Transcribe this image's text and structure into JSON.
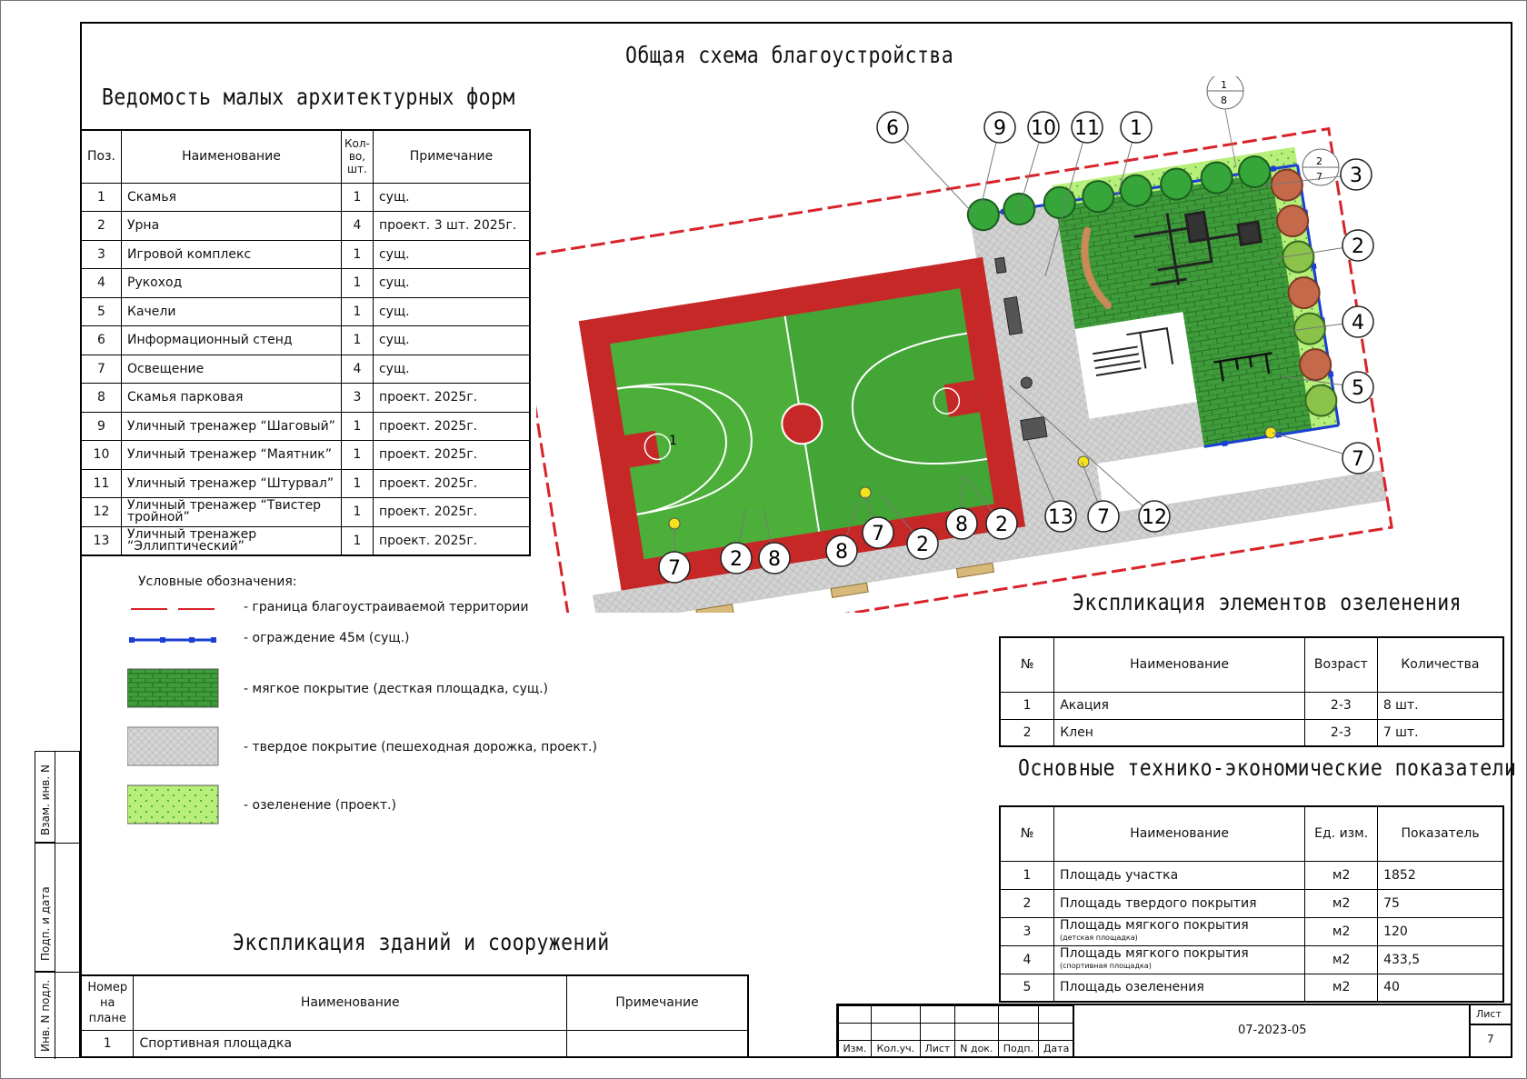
{
  "titles": {
    "main": "Общая схема благоустройства",
    "maf": "Ведомость малых архитектурных форм",
    "greening": "Экспликация элементов озеленения",
    "indicators": "Основные технико-экономические показатели",
    "buildings": "Экспликация зданий и сооружений"
  },
  "maf_table": {
    "headers": [
      "Поз.",
      "Наименование",
      "Кол-во, шт.",
      "Примечание"
    ],
    "rows": [
      [
        "1",
        "Скамья",
        "1",
        "сущ."
      ],
      [
        "2",
        "Урна",
        "4",
        "проект. 3 шт. 2025г."
      ],
      [
        "3",
        "Игровой комплекс",
        "1",
        "сущ."
      ],
      [
        "4",
        "Рукоход",
        "1",
        "сущ."
      ],
      [
        "5",
        "Качели",
        "1",
        "сущ."
      ],
      [
        "6",
        "Информационный стенд",
        "1",
        "сущ."
      ],
      [
        "7",
        "Освещение",
        "4",
        "сущ."
      ],
      [
        "8",
        "Скамья парковая",
        "3",
        "проект. 2025г."
      ],
      [
        "9",
        "Уличный тренажер “Шаговый”",
        "1",
        "проект. 2025г."
      ],
      [
        "10",
        "Уличный тренажер “Маятник”",
        "1",
        "проект. 2025г."
      ],
      [
        "11",
        "Уличный тренажер “Штурвал”",
        "1",
        "проект. 2025г."
      ],
      [
        "12",
        "Уличный тренажер “Твистер тройной”",
        "1",
        "проект. 2025г."
      ],
      [
        "13",
        "Уличный тренажер “Эллиптический”",
        "1",
        "проект. 2025г."
      ]
    ]
  },
  "legend": {
    "title": "Условные обозначения:",
    "items": [
      "- граница благоустраиваемой территории",
      "- ограждение 45м (сущ.)",
      "- мягкое покрытие (десткая площадка, сущ.)",
      "- твердое покрытие (пешеходная дорожка, проект.)",
      "- озеленение (проект.)"
    ]
  },
  "greening_table": {
    "headers": [
      "№",
      "Наименование",
      "Возраст",
      "Количества"
    ],
    "rows": [
      [
        "1",
        "Акация",
        "2-3",
        "8 шт."
      ],
      [
        "2",
        "Клен",
        "2-3",
        "7 шт."
      ]
    ]
  },
  "indicators_table": {
    "headers": [
      "№",
      "Наименование",
      "Ед. изм.",
      "Показатель"
    ],
    "rows": [
      {
        "n": "1",
        "name": "Площадь участка",
        "sub": "",
        "unit": "м2",
        "value": "1852"
      },
      {
        "n": "2",
        "name": "Площадь твердого покрытия",
        "sub": "",
        "unit": "м2",
        "value": "75"
      },
      {
        "n": "3",
        "name": "Площадь мягкого покрытия",
        "sub": "(детская площадка)",
        "unit": "м2",
        "value": "120"
      },
      {
        "n": "4",
        "name": "Площадь мягкого покрытия",
        "sub": "(спортивная площадка)",
        "unit": "м2",
        "value": "433,5"
      },
      {
        "n": "5",
        "name": "Площадь озеленения",
        "sub": "",
        "unit": "м2",
        "value": "40"
      }
    ]
  },
  "buildings_table": {
    "headers": [
      "Номер на плане",
      "Наименование",
      "Примечание"
    ],
    "rows": [
      [
        "1",
        "Спортивная площадка",
        ""
      ]
    ]
  },
  "side_labels": [
    "Взам. инв. N",
    "Подп. и дата",
    "Инв. N подл."
  ],
  "stamp": {
    "cols": [
      "Изм.",
      "Кол.уч.",
      "Лист",
      "N док.",
      "Подп.",
      "Дата"
    ],
    "code": "07-2023-05",
    "sheet_label": "Лист",
    "sheet_no": "7"
  },
  "plan": {
    "court_number": "1",
    "callouts": [
      "6",
      "9",
      "10",
      "11",
      "1",
      "3",
      "2",
      "4",
      "5",
      "7",
      "12",
      "7",
      "13",
      "2",
      "8",
      "2",
      "7",
      "8",
      "2",
      "8",
      "7"
    ],
    "section_marks": [
      {
        "top": "1",
        "bottom": "8"
      },
      {
        "top": "2",
        "bottom": "7"
      }
    ]
  },
  "colors": {
    "boundary": "#d8232a",
    "fence": "#1a3fd1",
    "soft_cover": "#3f9c3a",
    "hard_cover": "#cfcfcf",
    "greening": "#b8ef7a",
    "court_border": "#c62828",
    "court_field": "#4caf3a"
  }
}
